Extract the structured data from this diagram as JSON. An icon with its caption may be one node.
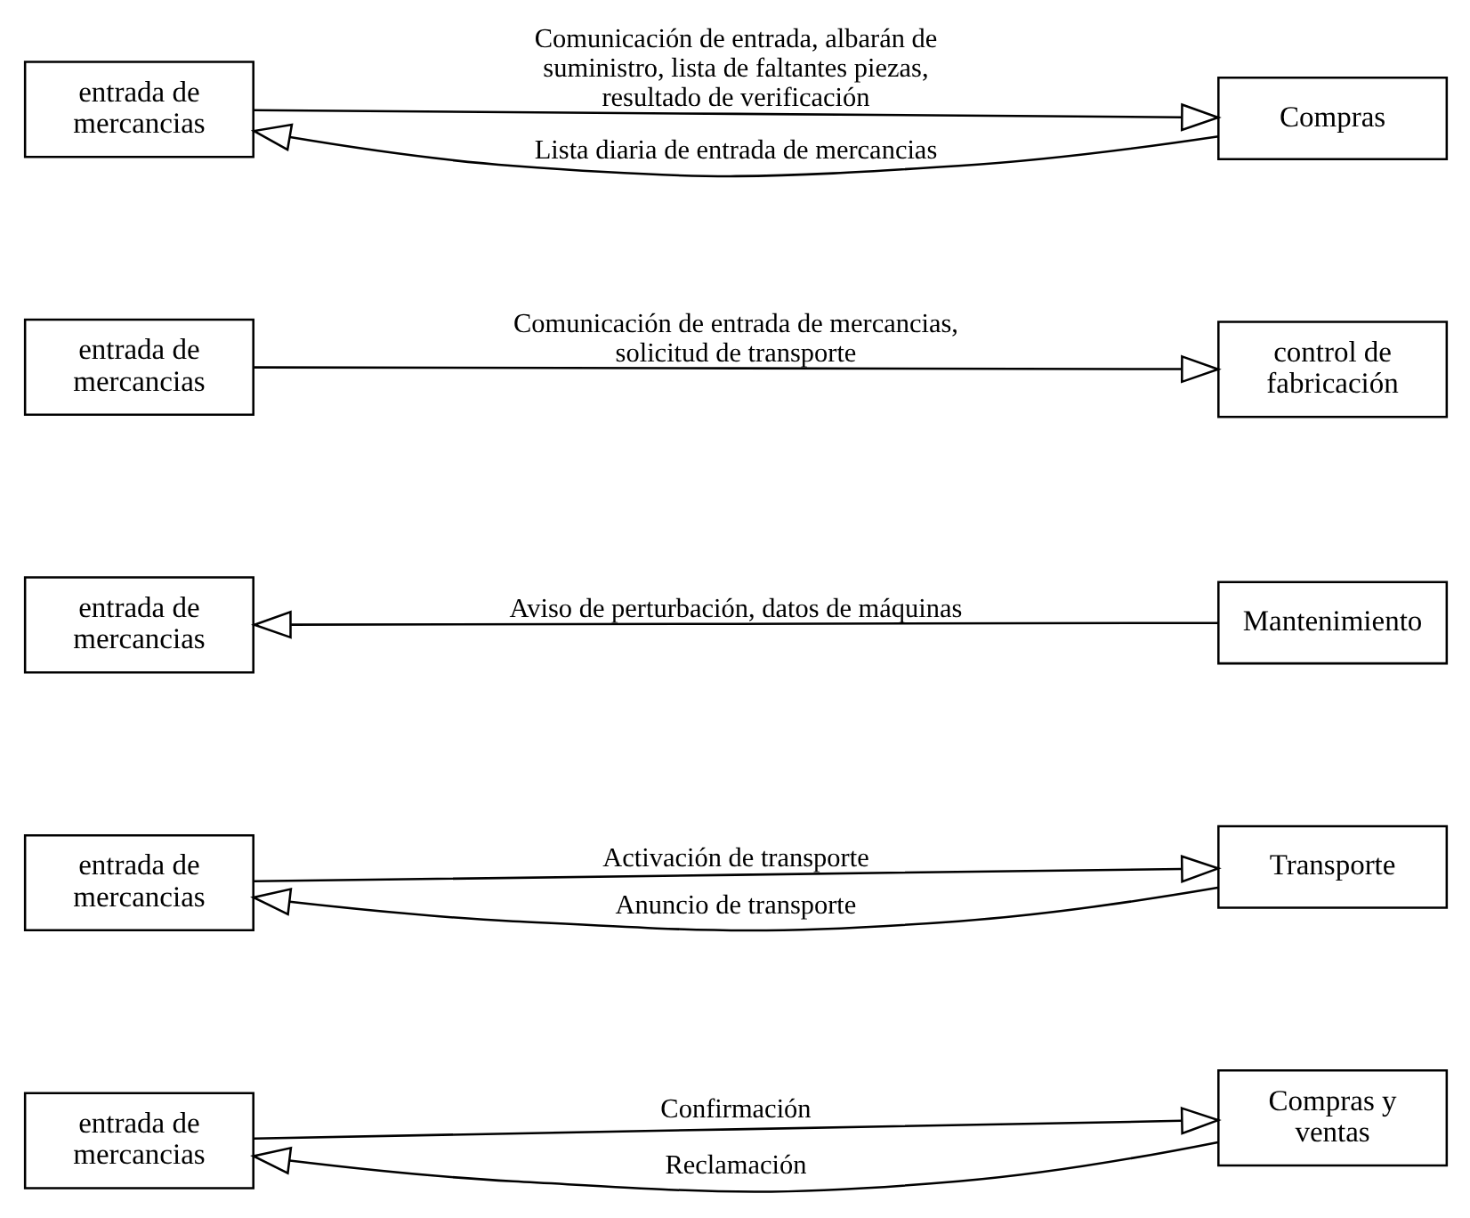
{
  "diagram": {
    "nodes": [
      {
        "text": [
          "entrada de mercancias"
        ]
      },
      {
        "text": [
          "Compras"
        ]
      },
      {
        "text": [
          "entrada de mercancias"
        ]
      },
      {
        "text": [
          "control de fabricación"
        ]
      },
      {
        "text": [
          "entrada de mercancias"
        ]
      },
      {
        "text": [
          "Mantenimiento"
        ]
      },
      {
        "text": [
          "entrada de mercancias"
        ]
      },
      {
        "text": [
          "Transporte"
        ]
      },
      {
        "text": [
          "entrada de mercancias"
        ]
      },
      {
        "text": [
          "Compras y ventas"
        ]
      }
    ],
    "edges": [
      {
        "from": 0,
        "to": 1,
        "arrow": "to",
        "label": "Comunicación de entrada, albarán de suministro, lista de faltantes piezas, resultado de verificación"
      },
      {
        "from": 1,
        "to": 0,
        "arrow": "to",
        "label": "Lista diaria de entrada de mercancias"
      },
      {
        "from": 2,
        "to": 3,
        "arrow": "to",
        "label": "Comunicación de entrada de mercancias, solicitud de transporte"
      },
      {
        "from": 5,
        "to": 4,
        "arrow": "to",
        "label": "Aviso de perturbación, datos de máquinas"
      },
      {
        "from": 6,
        "to": 7,
        "arrow": "to",
        "label": "Activación de transporte"
      },
      {
        "from": 7,
        "to": 6,
        "arrow": "to",
        "label": "Anuncio de transporte"
      },
      {
        "from": 8,
        "to": 9,
        "arrow": "to",
        "label": "Confirmación"
      },
      {
        "from": 9,
        "to": 8,
        "arrow": "to",
        "label": "Reclamación"
      }
    ]
  }
}
